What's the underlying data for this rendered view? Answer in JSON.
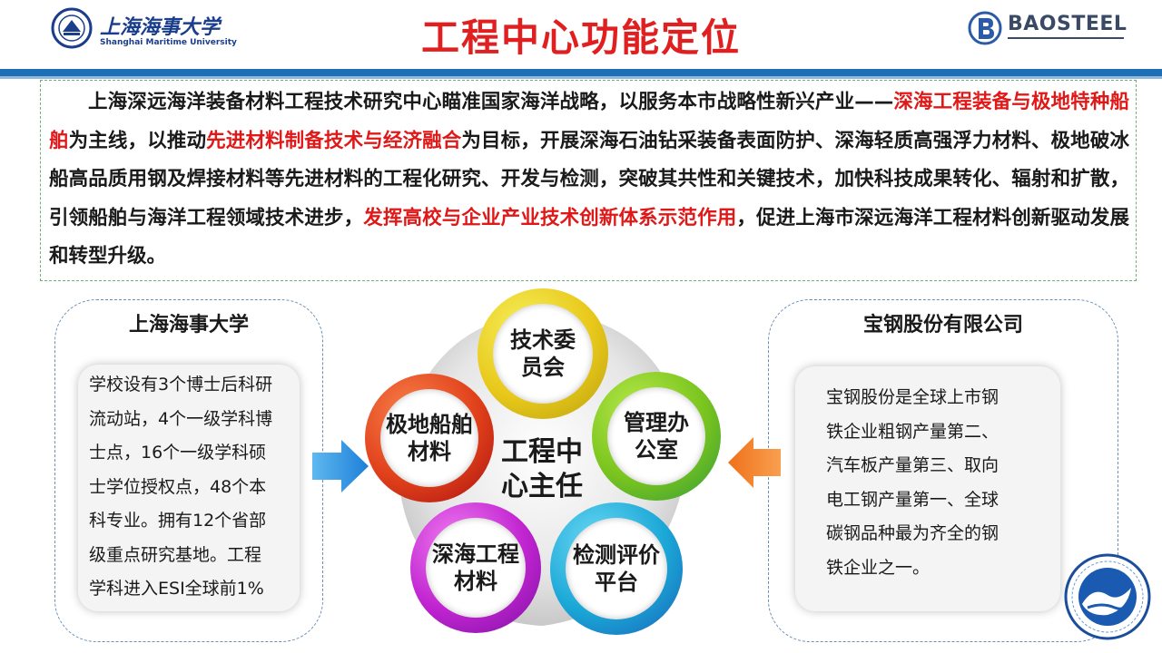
{
  "header": {
    "title": "工程中心功能定位",
    "left_logo": {
      "name_cn": "上海海事大学",
      "name_en": "Shanghai Maritime University",
      "icon": "smu-emblem-icon"
    },
    "right_logo": {
      "name": "BAOSTEEL",
      "icon": "baosteel-logo-icon"
    },
    "colors": {
      "title": "#e02020",
      "bar": "#1f6fb6",
      "bar_light": "#8fb8df"
    }
  },
  "intro": {
    "p1": "上海深远海洋装备材料工程技术研究中心瞄准国家海洋战略，以服务本市战略性新兴产业——",
    "h1": "深海工程装备与极地特种船舶",
    "p2": "为主线，以推动",
    "h2": "先进材料制备技术与经济融合",
    "p3": "为目标，开展深海石油钻采装备表面防护、深海轻质高强浮力材料、极地破冰船高品质用钢及焊接材料等先进材料的工程化研究、开发与检测，突破其共性和关键技术，加快科技成果转化、辐射和扩散，引领船舶与海洋工程领域技术进步，",
    "h3": "发挥高校与企业产业技术创新体系示范作用",
    "p4": "，促进上海市深远海洋工程材料创新驱动发展和转型升级。",
    "highlight_color": "#e01818"
  },
  "left_panel": {
    "title": "上海海事大学",
    "lines": [
      "学校设有3个博士后科研",
      "流动站，4个一级学科博",
      "士点，16个一级学科硕",
      "士学位授权点，48个本",
      "科专业。拥有12个省部",
      "级重点研究基地。工程",
      "学科进入ESI全球前1%"
    ]
  },
  "right_panel": {
    "title": "宝钢股份有限公司",
    "lines": [
      "宝钢股份是全球上市钢",
      "铁企业粗钢产量第二、",
      "汽车板产量第三、取向",
      "电工钢产量第一、全球",
      "碳钢品种最为齐全的钢",
      "铁企业之一。"
    ]
  },
  "diagram": {
    "center": [
      "工程中",
      "心主任"
    ],
    "nodes": [
      {
        "lines": [
          "技术委",
          "员会"
        ],
        "color": "#e8c81a",
        "color2": "#c8d818"
      },
      {
        "lines": [
          "管理办",
          "公室"
        ],
        "color": "#7ac41e",
        "color2": "#2fb04a"
      },
      {
        "lines": [
          "检测评价",
          "平台"
        ],
        "color": "#1aa7d6",
        "color2": "#1a6fd0"
      },
      {
        "lines": [
          "深海工程",
          "材料"
        ],
        "color": "#b01ec8",
        "color2": "#e03cd8"
      },
      {
        "lines": [
          "极地船舶",
          "材料"
        ],
        "color": "#e0401a",
        "color2": "#c01818"
      }
    ],
    "arrow_left_color": "#1e8fe0",
    "arrow_right_color": "#f07a1a"
  },
  "seal": {
    "icon": "research-center-seal-icon"
  }
}
